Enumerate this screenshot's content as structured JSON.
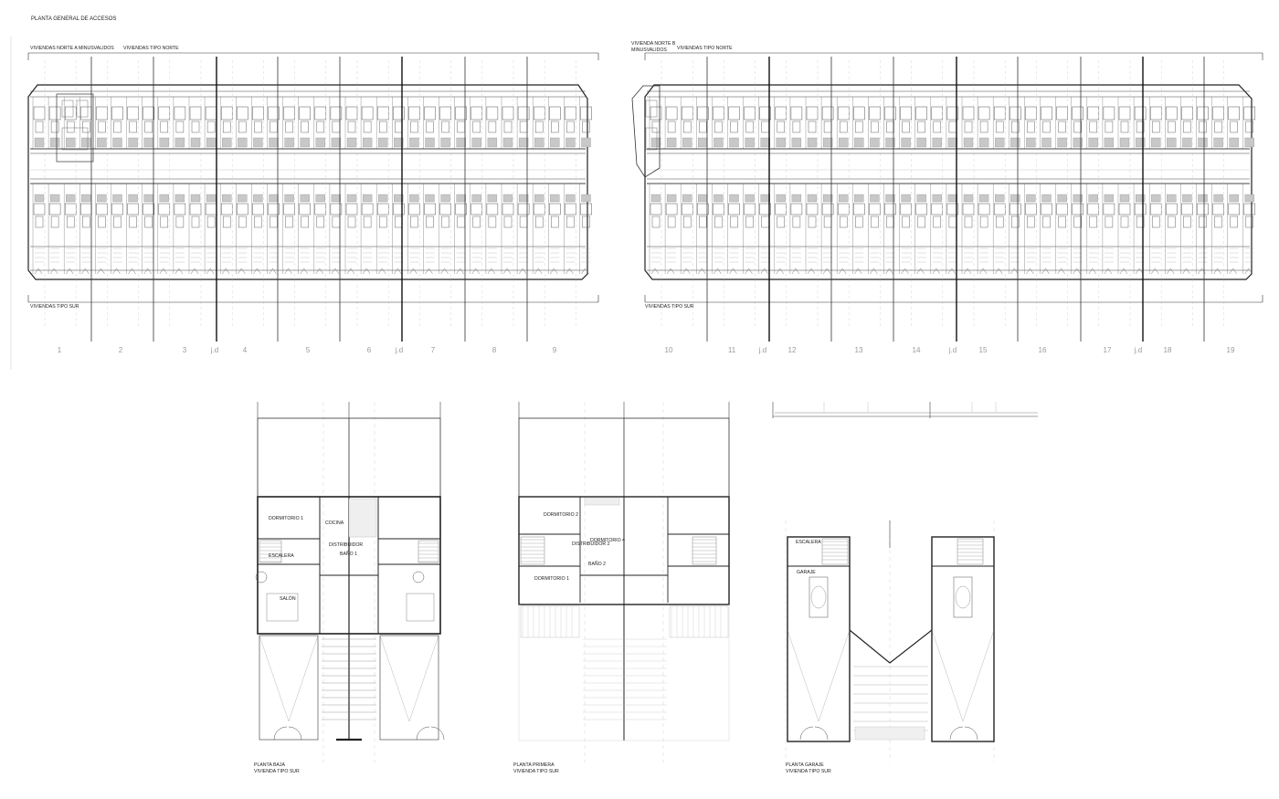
{
  "sheet": {
    "title": "PLANTA GENERAL DE ACCESOS"
  },
  "block_left": {
    "north_label_a": "VIVIENDAS  NORTE A MINUSVALIDOS",
    "north_label_b": "VIVIENDAS TIPO NORTE",
    "south_label": "VIVIENDAS TIPO SUR"
  },
  "block_right": {
    "north_label_a_line1": "VIVIENDA NORTE B",
    "north_label_a_line2": "MINUSVALIDOS",
    "north_label_b": "VIVIENDAS TIPO NORTE",
    "south_label": "VIVIENDAS TIPO SUR"
  },
  "axes": [
    {
      "id": "axis-1",
      "label": "1"
    },
    {
      "id": "axis-2",
      "label": "2"
    },
    {
      "id": "axis-3",
      "label": "3"
    },
    {
      "id": "axis-jd-1",
      "label": "j.d"
    },
    {
      "id": "axis-4",
      "label": "4"
    },
    {
      "id": "axis-5",
      "label": "5"
    },
    {
      "id": "axis-6",
      "label": "6"
    },
    {
      "id": "axis-jd-2",
      "label": "j.d"
    },
    {
      "id": "axis-7",
      "label": "7"
    },
    {
      "id": "axis-8",
      "label": "8"
    },
    {
      "id": "axis-9",
      "label": "9"
    },
    {
      "id": "axis-10",
      "label": "10"
    },
    {
      "id": "axis-11",
      "label": "11"
    },
    {
      "id": "axis-jd-3",
      "label": "j.d"
    },
    {
      "id": "axis-12",
      "label": "12"
    },
    {
      "id": "axis-13",
      "label": "13"
    },
    {
      "id": "axis-14",
      "label": "14"
    },
    {
      "id": "axis-jd-4",
      "label": "j.d"
    },
    {
      "id": "axis-15",
      "label": "15"
    },
    {
      "id": "axis-16",
      "label": "16"
    },
    {
      "id": "axis-17",
      "label": "17"
    },
    {
      "id": "axis-jd-5",
      "label": "j.d"
    },
    {
      "id": "axis-18",
      "label": "18"
    },
    {
      "id": "axis-19",
      "label": "19"
    }
  ],
  "plan_baja": {
    "caption_line1": "PLANTA BAJA",
    "caption_line2": "VIVIENDA TIPO SUR",
    "rooms": {
      "dormitorio": "DORMITORIO 1",
      "cocina": "COCINA",
      "distribuidor": "DISTRIBUIDOR",
      "escalera": "ESCALERA",
      "bano": "BAÑO 1",
      "salon": "SALÓN"
    }
  },
  "plan_primera": {
    "caption_line1": "PLANTA PRIMERA",
    "caption_line2": "VIVIENDA TIPO SUR",
    "rooms": {
      "dormitorio_2": "DORMITORIO 2",
      "distribuidor": "DISTRIBUIDOR 2",
      "dormitorio_4": "DORMITORIO 4",
      "bano": "BAÑO 2",
      "dormitorio_1": "DORMITORIO 1"
    }
  },
  "plan_garaje": {
    "caption_line1": "PLANTA GARAJE",
    "caption_line2": "VIVIENDA TIPO SUR",
    "rooms": {
      "escalera": "ESCALERA",
      "garaje": "GARAJE"
    }
  }
}
